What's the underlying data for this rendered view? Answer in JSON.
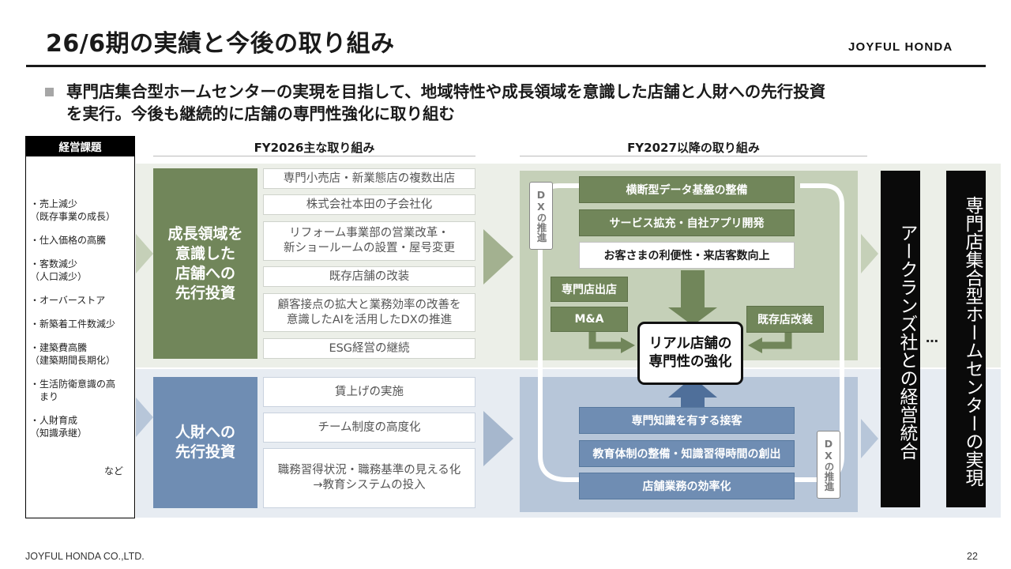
{
  "header": {
    "title": "26/6期の実績と今後の取り組み",
    "logo": "JOYFUL HONDA"
  },
  "lead": {
    "line1": "専門店集合型ホームセンターの実現を目指して、地域特性や成長領域を意識した店舗と人財への先行投資",
    "line2": "を実行。今後も継続的に店舗の専門性強化に取り組む"
  },
  "issues": {
    "heading": "経営課題",
    "items": [
      "・売上減少\n（既存事業の成長）",
      "・仕入価格の高騰",
      "・客数減少\n（人口減少）",
      "・オーバーストア",
      "・新築着工件数減少",
      "・建築費高騰\n（建築期間長期化）",
      "・生活防衛意識の高\n　まり",
      "・人財育成\n（知識承継）"
    ],
    "etc": "など"
  },
  "fy2026": {
    "heading": "FY2026主な取り組み",
    "growth": {
      "label": "成長領域を\n意識した\n店舗への\n先行投資",
      "items": [
        "専門小売店・新業態店の複数出店",
        "株式会社本田の子会社化",
        "リフォーム事業部の営業改革・\n新ショールームの設置・屋号変更",
        "既存店舗の改装",
        "顧客接点の拡大と業務効率の改善を\n意識したAIを活用したDXの推進",
        "ESG経営の継続"
      ]
    },
    "people": {
      "label": "人財への\n先行投資",
      "items": [
        "賃上げの実施",
        "チーム制度の高度化",
        "職務習得状況・職務基準の見える化\n→教育システムの投入"
      ]
    }
  },
  "fy2027": {
    "heading": "FY2027以降の取り組み",
    "top_boxes": [
      "横断型データ基盤の整備",
      "サービス拡充・自社アプリ開発"
    ],
    "customer": "お客さまの利便性・来店客数向上",
    "stores": "専門店出店",
    "ma": "M&A",
    "renovation": "既存店改装",
    "center": "リアル店舗の\n専門性の強化",
    "bottom_boxes": [
      "専門知識を有する接客",
      "教育体制の整備・知識習得時間の創出",
      "店舗業務の効率化"
    ],
    "dx_label": "DXの推進"
  },
  "right": {
    "bar1": "アークランズ社との経営統合",
    "dots": "…",
    "bar2": "専門店集合型ホームセンターの実現"
  },
  "footer": {
    "company": "JOYFUL HONDA CO.,LTD.",
    "page": "22"
  },
  "colors": {
    "green": "#71865a",
    "blue": "#6f8db3",
    "green_panel": "#c5d0b8",
    "blue_panel": "#b7c6d9"
  }
}
